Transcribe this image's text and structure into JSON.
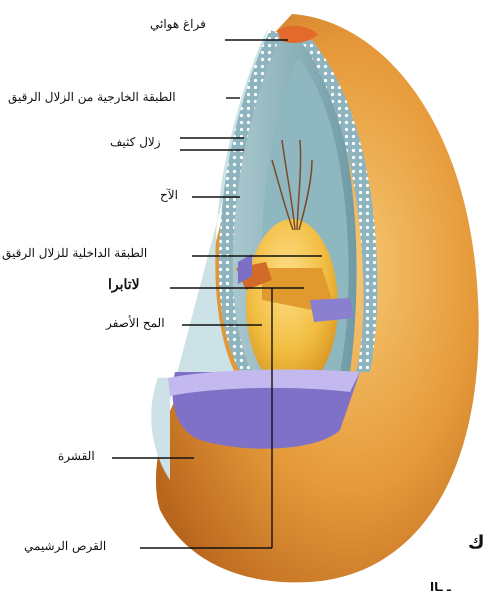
{
  "colors": {
    "shell_outer": "#d98a2c",
    "shell_highlight": "#f3c36d",
    "albumen_thin": "#b9d3d8",
    "albumen_thick": "#7ea9b3",
    "yolk": "#f2c44c",
    "air_space": "#e06a2a",
    "membrane_purple": "#7c6fc5",
    "pore_dots": "#ffffff"
  },
  "labels": {
    "air_space": "فراغ هوائي",
    "outer_thin_albumen": "الطبقة الخارجية من الزلال الرقيق",
    "thick_albumen": "زلال كثيف",
    "chalaza": "الآح",
    "inner_thin_albumen": "الطبقة الداخلية للزلال الرقيق",
    "latebra": "لاتابرا",
    "yolk": "المح الأصفر",
    "shell": "القشرة",
    "germinal_disc": "القرص الرشيمي"
  },
  "page_fragments": {
    "right_char": "ك",
    "bottom_text": "ـ ـاا"
  }
}
